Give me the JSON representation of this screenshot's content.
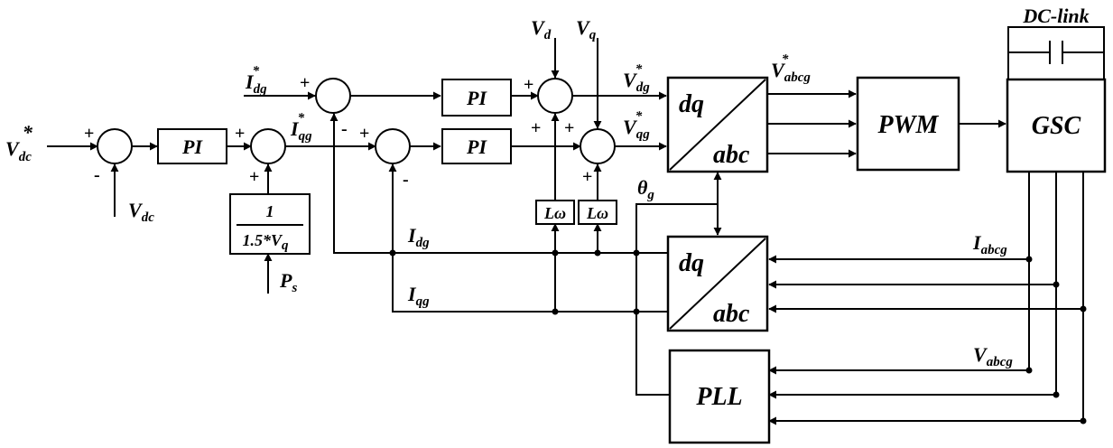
{
  "blocks": {
    "pi_dc": "PI",
    "pi_d": "PI",
    "pi_q": "PI",
    "gain_num": "1",
    "gain_den": "1.5*V",
    "gain_den_sub": "q",
    "lw_d": "Lω",
    "lw_q": "Lω",
    "dq_top": "dq",
    "abc_top": "abc",
    "dq_bot": "dq",
    "abc_bot": "abc",
    "pwm": "PWM",
    "gsc": "GSC",
    "pll": "PLL",
    "dc_link": "DC-link"
  },
  "signals": {
    "vdc_ref": "V",
    "vdc_ref_sub": "dc",
    "vdc_ref_sup": "*",
    "vdc": "V",
    "vdc_sub": "dc",
    "idg_ref": "I",
    "idg_ref_sub": "dg",
    "idg_ref_sup": "*",
    "iqg_ref": "I",
    "iqg_ref_sub": "qg",
    "iqg_ref_sup": "*",
    "ps": "P",
    "ps_sub": "s",
    "vd": "V",
    "vd_sub": "d",
    "vq": "V",
    "vq_sub": "q",
    "vdg_ref": "V",
    "vdg_ref_sub": "dg",
    "vdg_ref_sup": "*",
    "vqg_ref": "V",
    "vqg_ref_sub": "qg",
    "vqg_ref_sup": "*",
    "vabcg_ref": "V",
    "vabcg_ref_sub": "abcg",
    "vabcg_ref_sup": "*",
    "theta": "θ",
    "theta_sub": "g",
    "idg": "I",
    "idg_sub": "dg",
    "iqg": "I",
    "iqg_sub": "qg",
    "iabcg": "I",
    "iabcg_sub": "abcg",
    "vabcg": "V",
    "vabcg_sub": "abcg"
  },
  "signs": {
    "plus": "+",
    "minus": "-"
  }
}
